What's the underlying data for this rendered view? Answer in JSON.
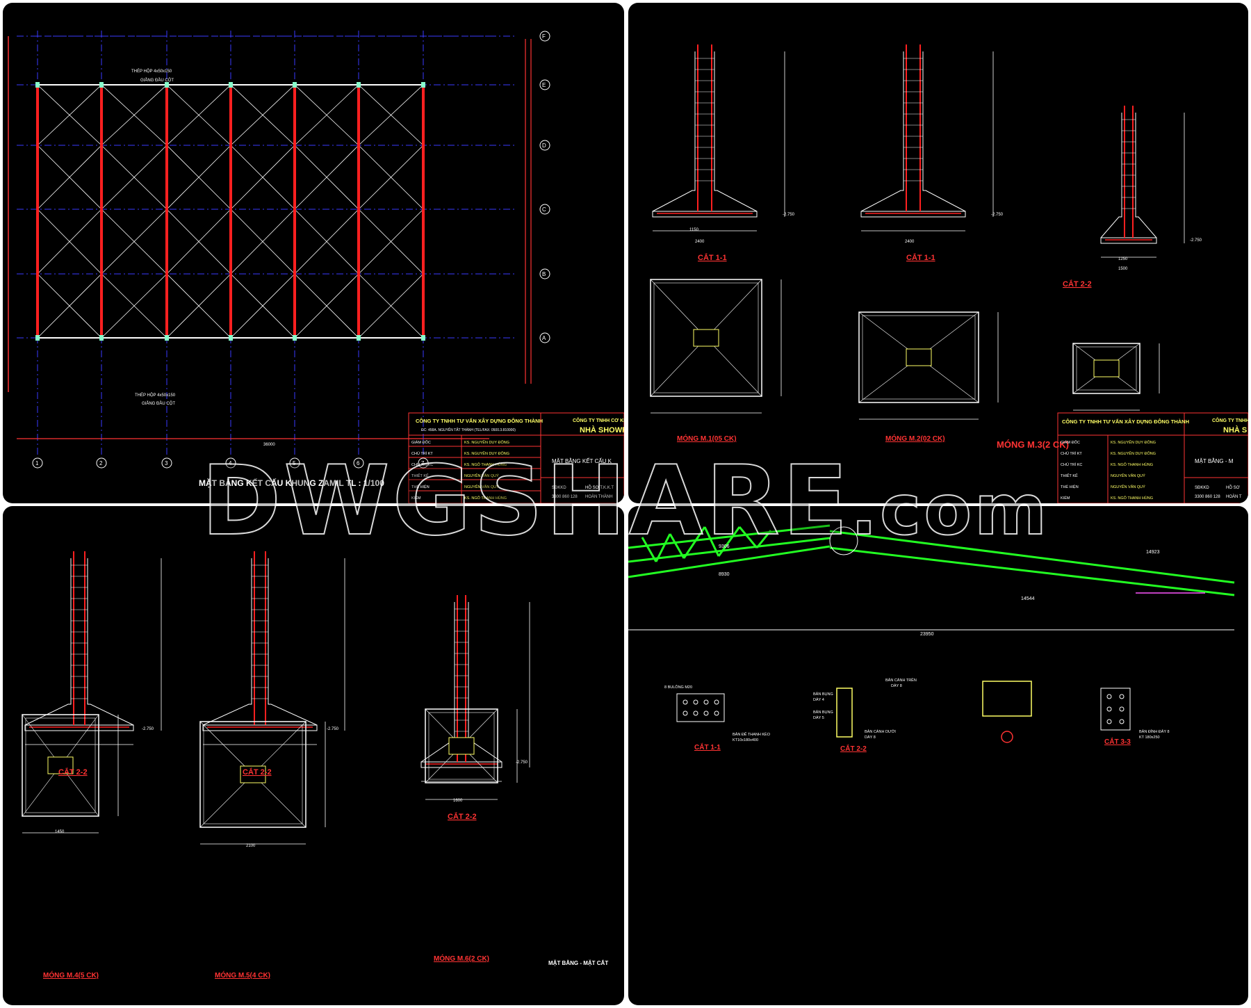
{
  "watermark": {
    "text": "DWGSHARE",
    "suffix": ".com"
  },
  "colors": {
    "background": "#000000",
    "column": "#ff2020",
    "line": "#ffffff",
    "grid": "#3a3aff",
    "label": "#ff3333",
    "truss": "#22ff22",
    "yellow": "#ffff66"
  },
  "panel1": {
    "title": "MẶT BẰNG KẾT CẤU KHUNG ZAMIL TL : 1/100",
    "note_top": "THÉP HỘP 4x50x150",
    "note_top2": "GIẰNG ĐẦU CỘT",
    "note_bottom": "THÉP HỘP 4x50x150",
    "note_bottom2": "GIẰNG ĐẦU CỘT",
    "grid_rows": [
      "F",
      "E",
      "D",
      "C",
      "B",
      "A"
    ],
    "grid_cols": [
      "1",
      "2",
      "3",
      "4",
      "5",
      "6",
      "7"
    ],
    "dim_total": "36000",
    "title_block": {
      "company": "CÔNG TY TNHH TƯ VẤN XÂY DỰNG ĐÔNG THÀNH",
      "address": "ĐC: 458A. NGUYỄN TẤT THÀNH (TEL/FAX: 0500.3.810000)",
      "client": "CÔNG TY TNHH CƠ KHÍ",
      "project": "NHÀ SHOWR",
      "sheet": "MẶT BẰNG KẾT CẤU K",
      "roles": [
        "GIÁM ĐỐC",
        "CHỦ TRÌ KT",
        "CHỦ TRÌ KC",
        "THIẾT KẾ",
        "THỂ HIỆN",
        "KIỂM"
      ],
      "names": [
        "KS. NGUYỄN DUY ĐÔNG",
        "KS. NGUYỄN DUY ĐÔNG",
        "KS. NGÔ THANH HÙNG",
        "NGUYỄN VĂN QUÝ",
        "NGUYỄN VĂN QUÝ",
        "KS. NGÔ THANH HÙNG"
      ],
      "sbkd": "SĐKKD",
      "sbkd_no": "3300 860 128",
      "hoso": "HỒ SƠ T.K.K.T",
      "hoan": "HOÀN THÀNH"
    }
  },
  "panel2": {
    "labels": [
      "CẮT 1-1",
      "CẮT 1-1",
      "CẮT 2-2",
      "MÓNG M.1(05 CK)",
      "MÓNG M.2(02 CK)",
      "MÓNG M.3(2 CK)"
    ],
    "dims": [
      "2400",
      "1150",
      "1250",
      "1500",
      "-2.750"
    ],
    "title_block": {
      "company": "CÔNG TY TNHH TƯ VẤN XÂY DỰNG ĐÔNG THÀNH",
      "client": "CÔNG TY TNHH",
      "project": "NHÀ S",
      "sheet": "MẶT BẰNG - M",
      "roles": [
        "GIÁM ĐỐC",
        "CHỦ TRÌ KT",
        "CHỦ TRÌ KC",
        "THIẾT KẾ",
        "THỂ HIỆN",
        "KIỂM"
      ],
      "names": [
        "KS. NGUYỄN DUY ĐÔNG",
        "KS. NGUYỄN DUY ĐÔNG",
        "KS. NGÔ THANH HÙNG",
        "NGUYỄN VĂN QUÝ",
        "NGUYỄN VĂN QUÝ",
        "KS. NGÔ THANH HÙNG"
      ],
      "sbkd": "SĐKKD",
      "sbkd_no": "3300 860 128",
      "hoso": "HỒ SƠ",
      "hoan": "HOÀN T"
    }
  },
  "panel3": {
    "labels": [
      "CẮT 2-2",
      "CẮT 2-2",
      "CẮT 2-2",
      "MÓNG M.4(5 CK)",
      "MÓNG M.5(4 CK)",
      "MÓNG M.6(2 CK)"
    ],
    "sheet_text": "MẶT BẰNG - MẶT CẮT",
    "dims": [
      "1450",
      "2100",
      "1600",
      "-2.750"
    ]
  },
  "panel4": {
    "dims": {
      "top_chord": "14923",
      "bottom_chord": "14544",
      "span": "23950",
      "web1": "9306",
      "web2": "8930"
    },
    "section_labels": [
      "CẮT 1-1",
      "CẮT 2-2",
      "CẮT 3-3"
    ],
    "notes": [
      "8 BULÔNG M20",
      "BẢN CÁNH TRÊN",
      "DÀY 8",
      "BẢN BỤNG",
      "DÀY 4",
      "BẢN BỤNG",
      "DÀY 5",
      "BẢN CÁNH DƯỚI",
      "DÀY 8",
      "BẢN ĐẾ THANH KÈO",
      "KT10x180x400",
      "BẢN ĐỈNH ĐÂY 8",
      "KT 180x250"
    ]
  }
}
